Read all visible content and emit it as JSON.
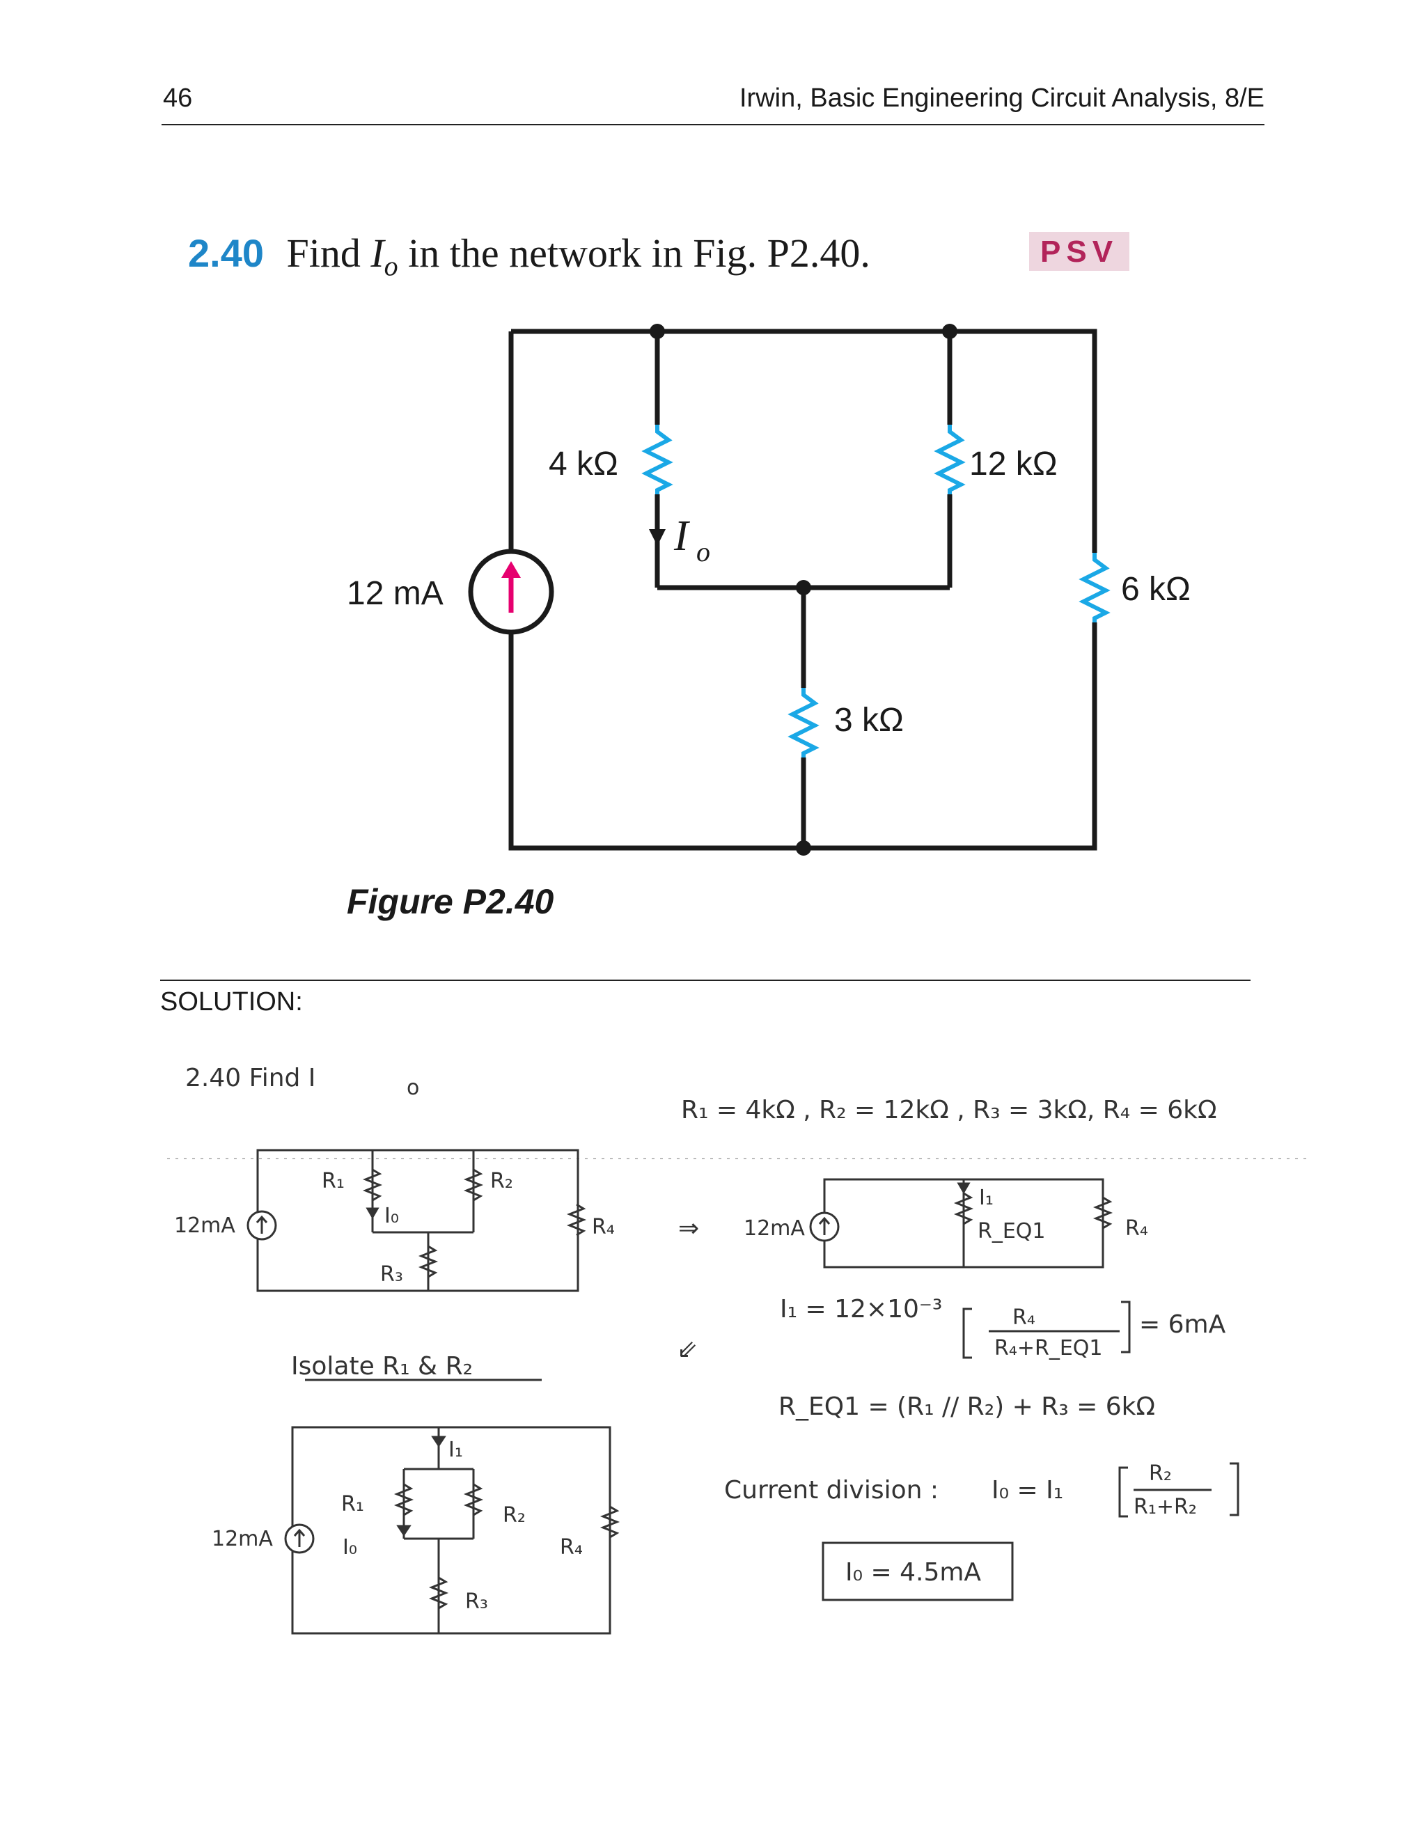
{
  "header": {
    "page_number": "46",
    "book_title": "Irwin, Basic Engineering Circuit Analysis, 8/E"
  },
  "problem": {
    "number": "2.40",
    "text_before": "Find ",
    "var_main": "I",
    "var_sub": "o",
    "text_after": " in the network in Fig. P2.40.",
    "badge": "PSV"
  },
  "figure": {
    "source_label": "12 mA",
    "r_4k": "4 kΩ",
    "r_12k": "12 kΩ",
    "r_6k": "6 kΩ",
    "r_3k": "3 kΩ",
    "io_main": "I",
    "io_sub": "o",
    "caption": "Figure P2.40"
  },
  "solution": {
    "label": "SOLUTION:",
    "handwritten": {
      "title": "2.40  Find I",
      "title_sub": "o",
      "values": "R₁ = 4kΩ , R₂ = 12kΩ , R₃ = 3kΩ, R₄ = 6kΩ",
      "src1": "12mA",
      "r1": "R₁",
      "r2": "R₂",
      "r3": "R₃",
      "r4": "R₄",
      "io": "I₀",
      "arrow_right": "⇒",
      "src2": "12mA",
      "i1": "I₁",
      "req1": "R_EQ1",
      "r4b": "R₄",
      "i1_eq_left": "I₁ = 12×10⁻³",
      "i1_num": "R₄",
      "i1_den": "R₄+R_EQ1",
      "i1_result": "= 6mA",
      "arrow_left": "⇙",
      "isolate": "Isolate R₁ & R₂",
      "req_eq": "R_EQ1 = (R₁ // R₂) + R₃ = 6kΩ",
      "src3": "12mA",
      "i1b": "I₁",
      "r1b": "R₁",
      "r2b": "R₂",
      "r3b": "R₃",
      "r4c": "R₄",
      "iob": "I₀",
      "cd_label": "Current division :",
      "cd_eq": "I₀ = I₁",
      "cd_num": "R₂",
      "cd_den": "R₁+R₂",
      "answer": "I₀ = 4.5mA"
    }
  },
  "colors": {
    "problem_number": "#1e86c8",
    "resistor": "#1aa8e6",
    "source_arrow": "#e6006f",
    "badge_bg": "#eed6df",
    "badge_text": "#b2245a"
  }
}
